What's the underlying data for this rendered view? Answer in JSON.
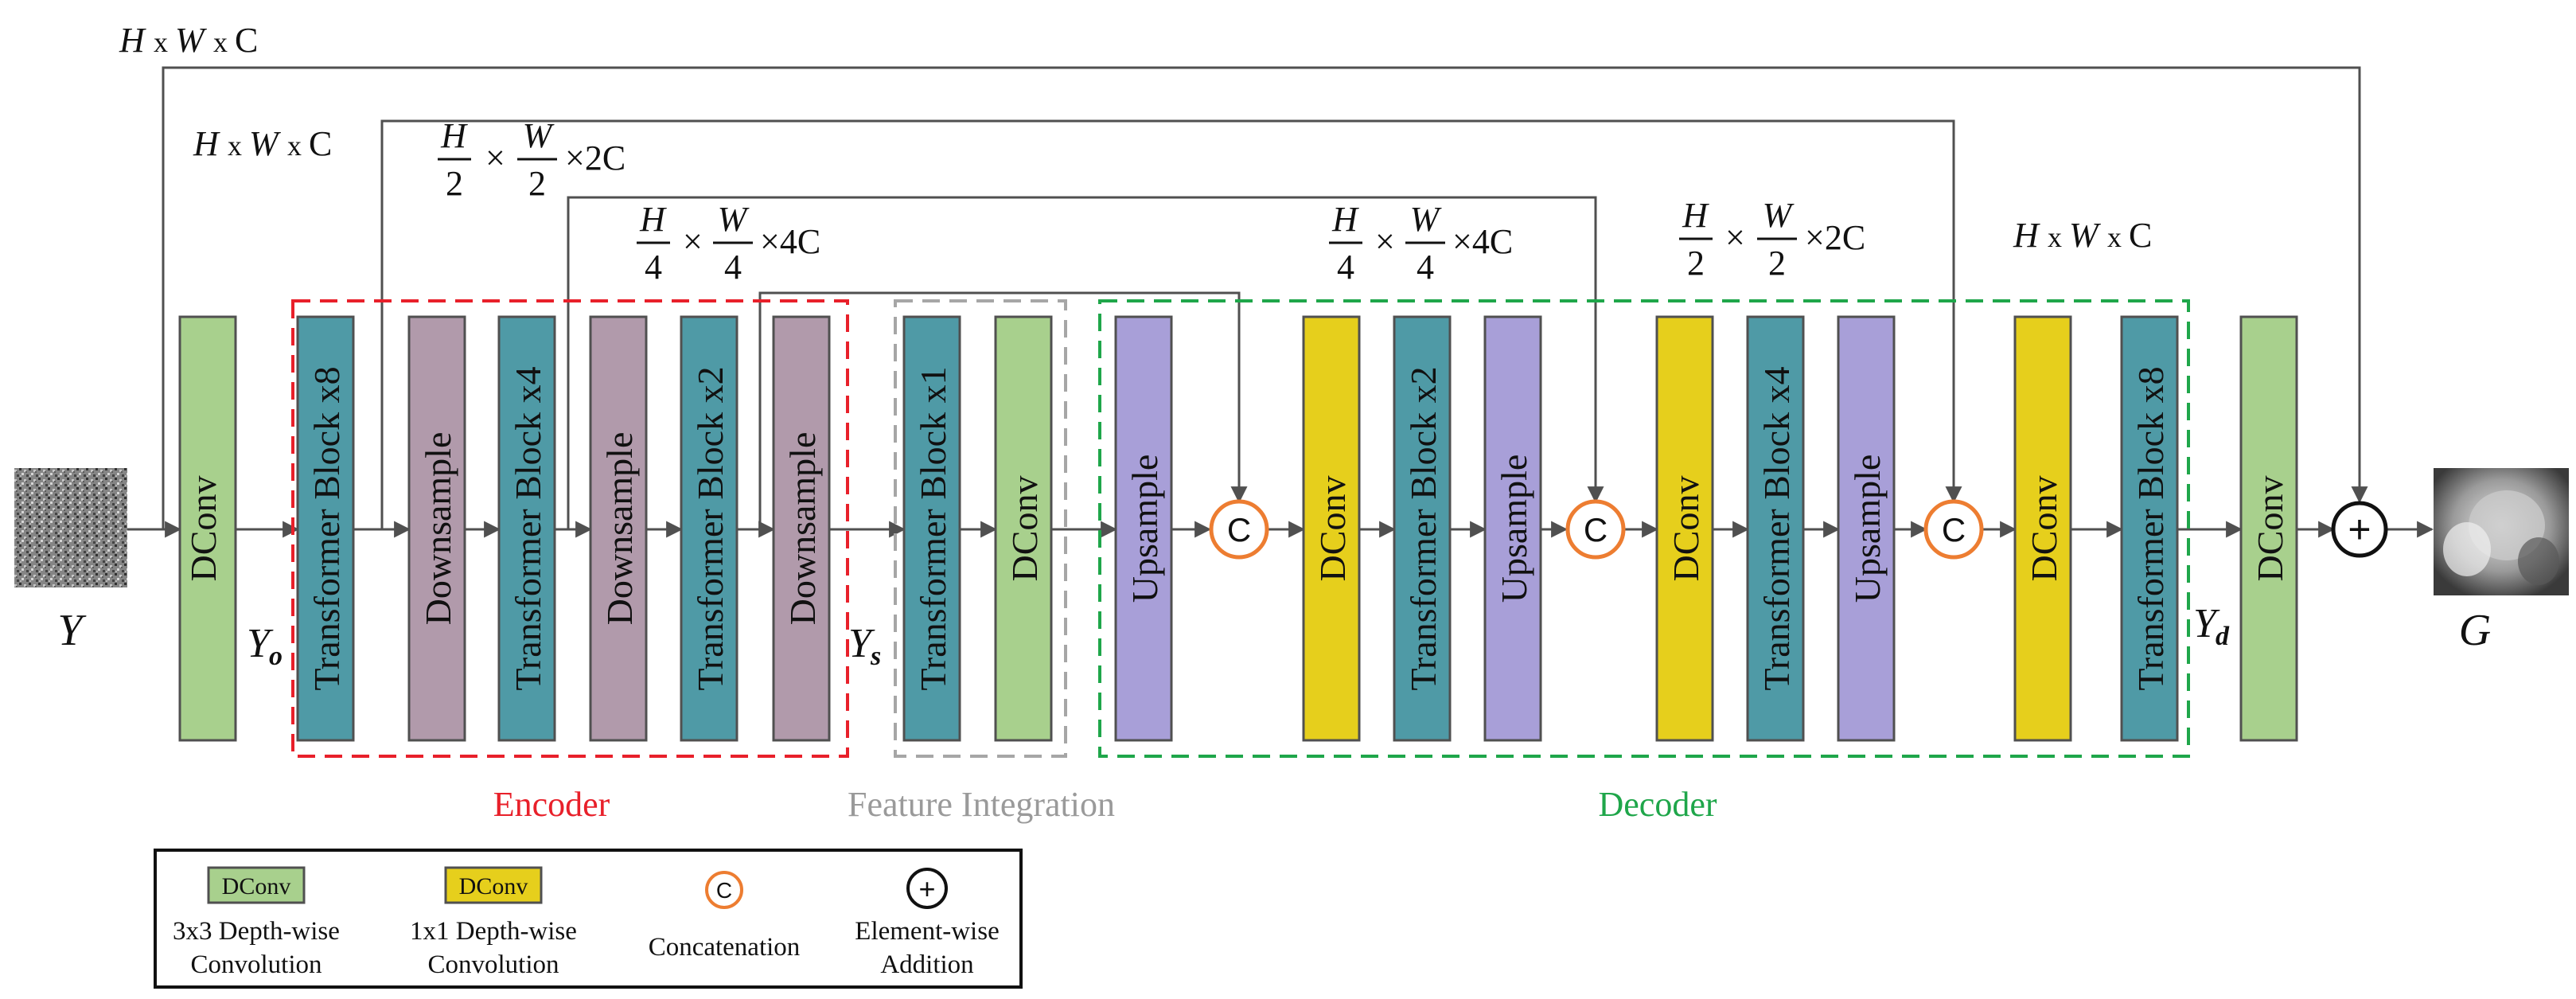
{
  "colors": {
    "dconv_green": "#a8d08d",
    "dconv_yellow": "#e6cf1c",
    "transformer_teal": "#4f9aa6",
    "downsample_mauve": "#b19aab",
    "upsample_purple": "#a89fd8",
    "concat_orange": "#ed7d31",
    "encoder_red": "#e8202a",
    "integration_gray": "#a6a6a6",
    "decoder_green": "#1fa64a",
    "line": "#505050"
  },
  "labels": {
    "input": "Y",
    "output": "G",
    "y_o_main": "Y",
    "y_o_sub": "o",
    "y_s_main": "Y",
    "y_s_sub": "s",
    "y_d_main": "Y",
    "y_d_sub": "d",
    "encoder": "Encoder",
    "feature_integration": "Feature Integration",
    "decoder": "Decoder",
    "concat_symbol": "C",
    "add_symbol": "+"
  },
  "blocks": {
    "dconv": "DConv",
    "tb8": "Transformer Block x8",
    "tb4": "Transformer Block x4",
    "tb2": "Transformer Block x2",
    "tb1": "Transformer Block x1",
    "downsample": "Downsample",
    "upsample": "Upsample"
  },
  "dimensions": {
    "d1": {
      "h": "H",
      "x1": "x",
      "w": "W",
      "x2": "x",
      "c": "C"
    },
    "d_half": {
      "h": "H",
      "den": "2",
      "times": "×",
      "w": "W",
      "tail": "×2C"
    },
    "d_quarter": {
      "h": "H",
      "den": "4",
      "times": "×",
      "w": "W",
      "tail": "×4C"
    }
  },
  "legend": {
    "chip": "DConv",
    "item1_line1": "3x3 Depth-wise",
    "item1_line2": "Convolution",
    "item2_line1": "1x1 Depth-wise",
    "item2_line2": "Convolution",
    "item3_line1": "Concatenation",
    "item4_line1": "Element-wise",
    "item4_line2": "Addition"
  }
}
